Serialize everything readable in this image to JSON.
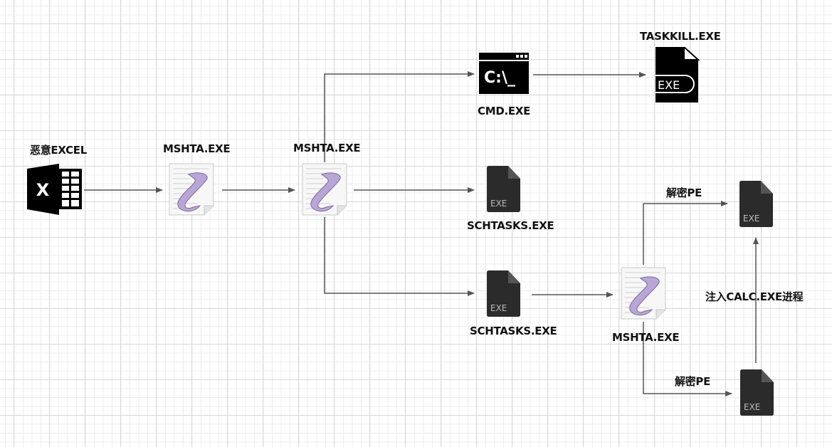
{
  "diagram": {
    "colors": {
      "edge": "#555555",
      "icon_dark": "#2b2b2b",
      "icon_black": "#000000",
      "scroll_purple": "#b9a6d6"
    },
    "nodes": [
      {
        "id": "excel",
        "label": "恶意EXCEL",
        "icon": "excel-icon"
      },
      {
        "id": "mshta1",
        "label": "MSHTA.EXE",
        "icon": "script-scroll-icon"
      },
      {
        "id": "mshta2",
        "label": "MSHTA.EXE",
        "icon": "script-scroll-icon"
      },
      {
        "id": "cmd",
        "label": "CMD.EXE",
        "icon": "terminal-icon",
        "icon_text": "C:\\_"
      },
      {
        "id": "taskkill",
        "label": "TASKKILL.EXE",
        "icon": "exe-file-icon",
        "icon_text": "EXE"
      },
      {
        "id": "schtasks1",
        "label": "SCHTASKS.EXE",
        "icon": "exe-file-icon",
        "icon_text": "EXE"
      },
      {
        "id": "schtasks2",
        "label": "SCHTASKS.EXE",
        "icon": "exe-file-icon",
        "icon_text": "EXE"
      },
      {
        "id": "mshta3",
        "label": "MSHTA.EXE",
        "icon": "script-scroll-icon"
      },
      {
        "id": "pe1",
        "label": "",
        "icon": "exe-file-icon",
        "icon_text": "EXE"
      },
      {
        "id": "pe2",
        "label": "",
        "icon": "exe-file-icon",
        "icon_text": "EXE"
      }
    ],
    "edges": [
      {
        "from": "excel",
        "to": "mshta1",
        "label": ""
      },
      {
        "from": "mshta1",
        "to": "mshta2",
        "label": ""
      },
      {
        "from": "mshta2",
        "to": "cmd",
        "label": ""
      },
      {
        "from": "cmd",
        "to": "taskkill",
        "label": ""
      },
      {
        "from": "mshta2",
        "to": "schtasks1",
        "label": ""
      },
      {
        "from": "mshta2",
        "to": "schtasks2",
        "label": ""
      },
      {
        "from": "schtasks2",
        "to": "mshta3",
        "label": ""
      },
      {
        "from": "mshta3",
        "to": "pe1",
        "label": "解密PE"
      },
      {
        "from": "mshta3",
        "to": "pe2",
        "label": "解密PE"
      },
      {
        "from": "pe2",
        "to": "pe1",
        "label": "注入CALC.EXE进程"
      }
    ]
  }
}
